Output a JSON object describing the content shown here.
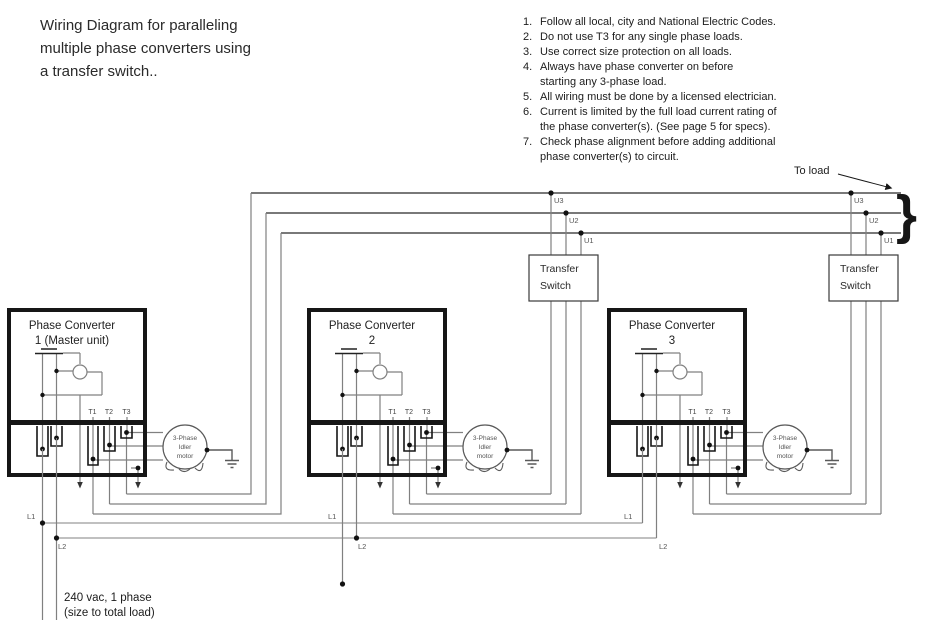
{
  "title": "Wiring Diagram for paralleling\nmultiple phase converters using\na transfer switch..",
  "notes": [
    {
      "num": "1.",
      "text": "Follow all local, city and National Electric Codes."
    },
    {
      "num": "2.",
      "text": "Do not use T3 for any single phase loads."
    },
    {
      "num": "3.",
      "text": "Use correct size protection on all loads."
    },
    {
      "num": "4.",
      "text": "Always have phase converter on before\nstarting any 3-phase load."
    },
    {
      "num": "5.",
      "text": "All wiring must be done by a licensed electrician."
    },
    {
      "num": "6.",
      "text": "Current is limited by the full load current rating of\nthe phase converter(s).  (See page 5 for specs)."
    },
    {
      "num": "7.",
      "text": "Check phase alignment before adding additional\nphase converter(s) to circuit."
    }
  ],
  "to_load": "To load",
  "brace": "}",
  "source": {
    "line1": "240 vac, 1 phase",
    "line2": "(size to total load)"
  },
  "converters": [
    {
      "line1": "Phase Converter",
      "line2": "1 (Master unit)"
    },
    {
      "line1": "Phase Converter",
      "line2": "2"
    },
    {
      "line1": "Phase Converter",
      "line2": "3"
    }
  ],
  "transfer_switches": [
    {
      "line1": "Transfer",
      "line2": "Switch"
    },
    {
      "line1": "Transfer",
      "line2": "Switch"
    }
  ],
  "bus_labels": [
    "U3",
    "U2",
    "U1"
  ],
  "line_labels": [
    "L1",
    "L2"
  ],
  "terminal_labels": [
    "T1",
    "T2",
    "T3"
  ],
  "motor": {
    "line1": "3-Phase",
    "line2": "Idler",
    "line3": "motor"
  },
  "colors": {
    "wire": "#808080",
    "outline": "#161616",
    "bus_rail": "#4d4d4d",
    "line_rail": "#9a9a9a",
    "text": "#1c1c1c"
  }
}
